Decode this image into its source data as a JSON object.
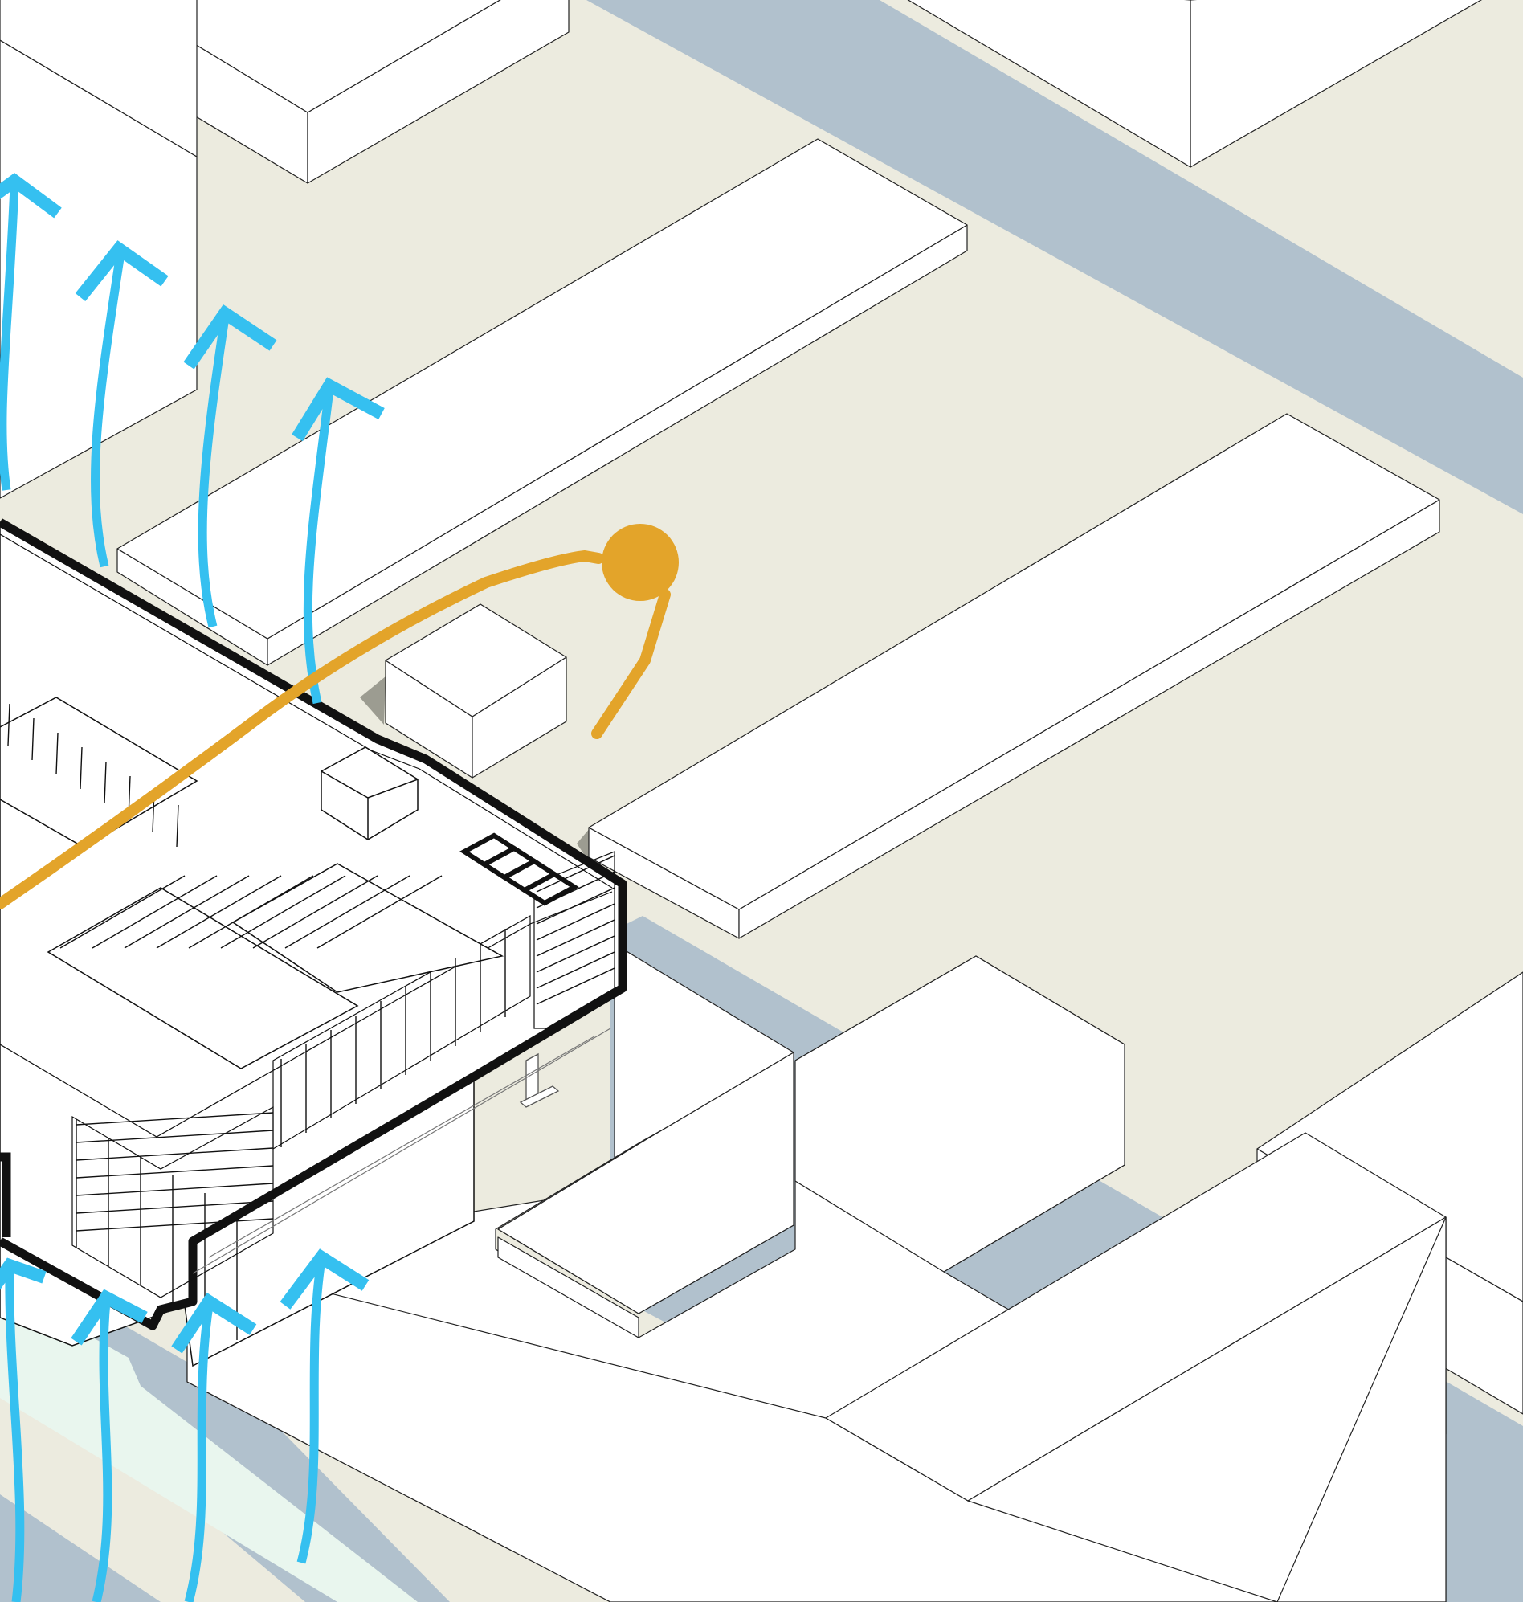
{
  "diagram": {
    "kind": "isometric-site-analysis",
    "labels": [],
    "colors": {
      "ground": "#ecebdf",
      "road": "#b1c1cd",
      "green_strip": "#e9f6ee",
      "building_top": "#ffffff",
      "building_side": "#ffffff",
      "outline": "#111111",
      "shadow": "#9c9c91",
      "wind_arrow": "#35c0f0",
      "sun_path": "#e3a42a"
    },
    "icons": {
      "wind": "wind-flow-arrow",
      "sun": "sun-icon",
      "sun_path": "sun-path-arc"
    },
    "wind_arrow_count": 8,
    "sun_position_count": 1
  }
}
